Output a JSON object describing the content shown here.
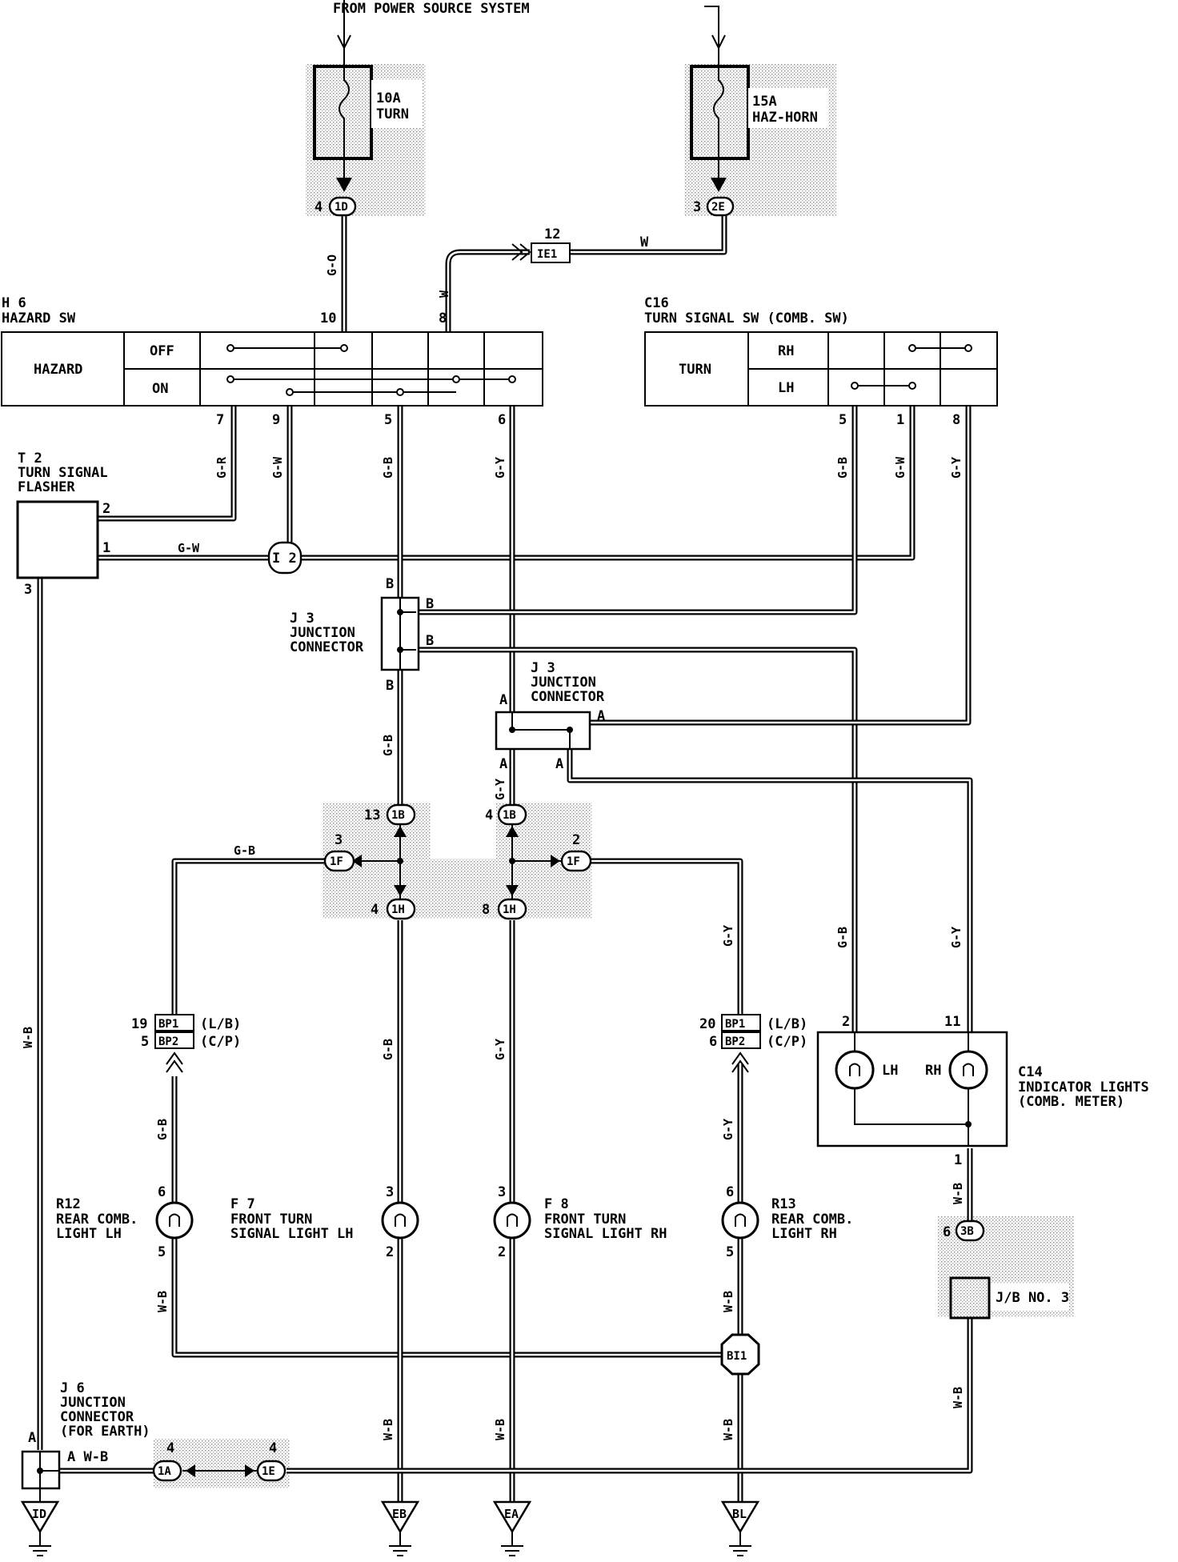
{
  "power": {
    "source_label": "FROM POWER SOURCE SYSTEM",
    "fuse_turn": {
      "amp": "10A",
      "name": "TURN",
      "connector": "1D",
      "pin": "4"
    },
    "fuse_haz": {
      "amp": "15A",
      "name": "HAZ-HORN",
      "connector": "2E",
      "pin": "3"
    }
  },
  "ie1": {
    "label": "IE1",
    "pin": "12"
  },
  "hazard_sw": {
    "code": "H 6",
    "name": "HAZARD SW",
    "label": "HAZARD",
    "off": "OFF",
    "on": "ON",
    "pins": {
      "p10": "10",
      "p8": "8",
      "p7": "7",
      "p9": "9",
      "p5": "5",
      "p6": "6"
    }
  },
  "turn_sw": {
    "code": "C16",
    "name": "TURN SIGNAL SW (COMB. SW)",
    "label": "TURN",
    "rh": "RH",
    "lh": "LH",
    "pins": {
      "p5": "5",
      "p1": "1",
      "p8": "8"
    }
  },
  "flasher": {
    "code": "T 2",
    "name1": "TURN SIGNAL",
    "name2": "FLASHER",
    "pin2": "2",
    "pin1": "1",
    "pin3": "3"
  },
  "i2": "I 2",
  "j3a": {
    "code": "J 3",
    "name1": "JUNCTION",
    "name2": "CONNECTOR",
    "term": "B"
  },
  "j3b": {
    "code": "J 3",
    "name1": "JUNCTION",
    "name2": "CONNECTOR",
    "term": "A"
  },
  "wires": {
    "go": "G-O",
    "w": "W",
    "gr": "G-R",
    "gw": "G-W",
    "gb": "G-B",
    "gy": "G-Y",
    "wb": "W-B",
    "b": "B",
    "a": "A"
  },
  "connectors": {
    "c1B_l": "1B",
    "c1B_l_pin": "13",
    "c1B_r": "1B",
    "c1B_r_pin": "4",
    "c1F_l": "1F",
    "c1F_l_pin": "3",
    "c1F_r": "1F",
    "c1F_r_pin": "2",
    "c1H_l": "1H",
    "c1H_l_pin": "4",
    "c1H_r": "1H",
    "c1H_r_pin": "8",
    "bp1_l_pin": "19",
    "bp2_l_pin": "5",
    "bp1_r_pin": "20",
    "bp2_r_pin": "6",
    "bp1": "BP1",
    "bp2": "BP2",
    "lb": "(L/B)",
    "cp": "(C/P)",
    "c3B": "3B",
    "c3B_pin": "6",
    "c1A": "1A",
    "c1A_pin": "4",
    "c1E": "1E",
    "c1E_pin": "4",
    "bi1": "BI1"
  },
  "lamps": {
    "r12": {
      "code": "R12",
      "name1": "REAR COMB.",
      "name2": "LIGHT LH",
      "top": "6",
      "bot": "5"
    },
    "f7": {
      "code": "F 7",
      "name1": "FRONT TURN",
      "name2": "SIGNAL LIGHT LH",
      "top": "3",
      "bot": "2"
    },
    "f8": {
      "code": "F 8",
      "name1": "FRONT TURN",
      "name2": "SIGNAL LIGHT RH",
      "top": "3",
      "bot": "2"
    },
    "r13": {
      "code": "R13",
      "name1": "REAR COMB.",
      "name2": "LIGHT RH",
      "top": "6",
      "bot": "5"
    }
  },
  "indicator": {
    "code": "C14",
    "name1": "INDICATOR LIGHTS",
    "name2": "(COMB. METER)",
    "lh": "LH",
    "rh": "RH",
    "p2": "2",
    "p11": "11",
    "p1": "1"
  },
  "jb3": "J/B NO. 3",
  "j6": {
    "code": "J 6",
    "name1": "JUNCTION",
    "name2": "CONNECTOR",
    "name3": "(FOR EARTH)",
    "term": "A",
    "term_wire": "A W-B"
  },
  "grounds": {
    "id": "ID",
    "eb": "EB",
    "ea": "EA",
    "bl": "BL"
  }
}
